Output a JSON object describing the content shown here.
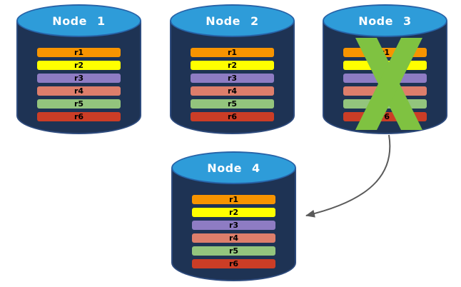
{
  "colors": {
    "background": "#FFFFFF",
    "cylinder_body": "#1E3354",
    "cylinder_top": "#2E9CD9",
    "cylinder_top_border": "#2763A8",
    "failure_x": "#7FC241",
    "arrow": "#5A5A5A",
    "row_text": "#000000",
    "title_text": "#FFFFFF"
  },
  "nodes": [
    {
      "name": "Node 1",
      "failed": false,
      "rows": [
        {
          "label": "r1",
          "color": "#F79400"
        },
        {
          "label": "r2",
          "color": "#FFFF00"
        },
        {
          "label": "r3",
          "color": "#8E7CC3"
        },
        {
          "label": "r4",
          "color": "#DD7E6B"
        },
        {
          "label": "r5",
          "color": "#93C47D"
        },
        {
          "label": "r6",
          "color": "#CB3D26"
        }
      ]
    },
    {
      "name": "Node 2",
      "failed": false,
      "rows": [
        {
          "label": "r1",
          "color": "#F79400"
        },
        {
          "label": "r2",
          "color": "#FFFF00"
        },
        {
          "label": "r3",
          "color": "#8E7CC3"
        },
        {
          "label": "r4",
          "color": "#DD7E6B"
        },
        {
          "label": "r5",
          "color": "#93C47D"
        },
        {
          "label": "r6",
          "color": "#CB3D26"
        }
      ]
    },
    {
      "name": "Node 3",
      "failed": true,
      "rows": [
        {
          "label": "r1",
          "color": "#F79400"
        },
        {
          "label": "r2",
          "color": "#FFFF00"
        },
        {
          "label": "r3",
          "color": "#8E7CC3"
        },
        {
          "label": "r4",
          "color": "#DD7E6B"
        },
        {
          "label": "r5",
          "color": "#93C47D"
        },
        {
          "label": "r6",
          "color": "#CB3D26"
        }
      ]
    },
    {
      "name": "Node 4",
      "failed": false,
      "rows": [
        {
          "label": "r1",
          "color": "#F79400"
        },
        {
          "label": "r2",
          "color": "#FFFF00"
        },
        {
          "label": "r3",
          "color": "#8E7CC3"
        },
        {
          "label": "r4",
          "color": "#DD7E6B"
        },
        {
          "label": "r5",
          "color": "#93C47D"
        },
        {
          "label": "r6",
          "color": "#CB3D26"
        }
      ]
    }
  ],
  "arrow": {
    "source": "Node 3",
    "target": "Node 4",
    "color": "#5A5A5A"
  }
}
